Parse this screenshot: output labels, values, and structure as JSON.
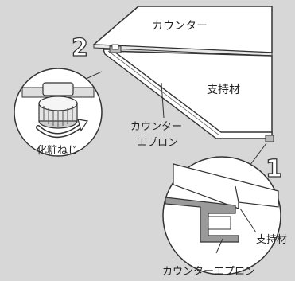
{
  "labels": {
    "counter": "カウンター",
    "support": "支持材",
    "apron_line1": "カウンター",
    "apron_line2": "エプロン",
    "screw": "化粧ねじ",
    "support_detail": "支持材",
    "apron_detail": "カウンターエプロン"
  },
  "steps": {
    "step1": "1",
    "step2": "2"
  },
  "colors": {
    "background": "#d7d7d7",
    "panel": "#ffffff",
    "outline": "#333333",
    "apron_fill": "#9a9a9a",
    "shadow": "#b5b5b5"
  }
}
